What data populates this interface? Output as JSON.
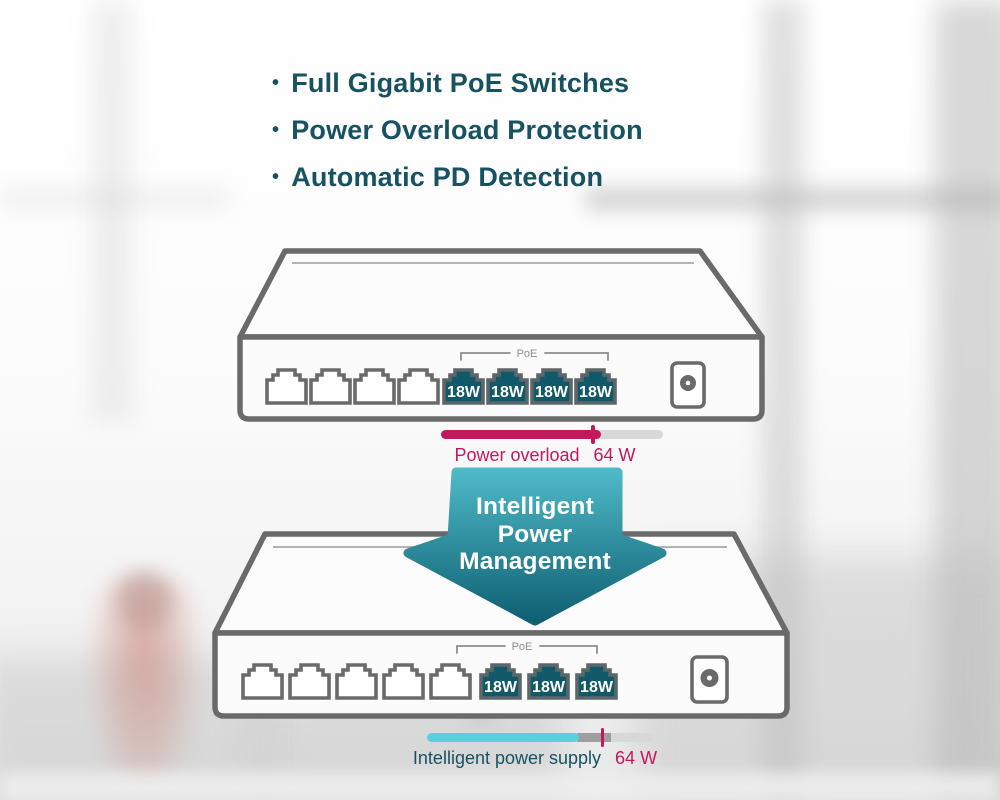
{
  "features": {
    "bullet": "•",
    "items": [
      "Full Gigabit PoE Switches",
      "Power Overload Protection",
      "Automatic PD Detection"
    ]
  },
  "switch_top": {
    "ports_total": 8,
    "poe_group_label": "PoE",
    "port_labels": [
      "18W",
      "18W",
      "18W",
      "18W"
    ]
  },
  "switch_bottom": {
    "ports_total": 8,
    "poe_group_label": "PoE",
    "port_labels": [
      "18W",
      "18W",
      "18W"
    ]
  },
  "arrow": {
    "line1": "Intelligent",
    "line2": "Power",
    "line3": "Management"
  },
  "gauge_top": {
    "label": "Power overload",
    "value": "64 W",
    "fill_percent": 72,
    "marker_percent": 68.5
  },
  "gauge_bottom": {
    "label": "Intelligent power supply",
    "value": "64 W",
    "fill_percent": 67,
    "reserve_percent": 15,
    "marker_percent": 77.5
  },
  "colors": {
    "headline_teal": "#175263",
    "accent_magenta": "#c4185c",
    "accent_cyan": "#56d2dc",
    "port_teal": "#115868",
    "outline_gray": "#6a6a6a",
    "arrow_gradient_top": "#50bbc9",
    "arrow_gradient_bottom": "#0e6072"
  }
}
